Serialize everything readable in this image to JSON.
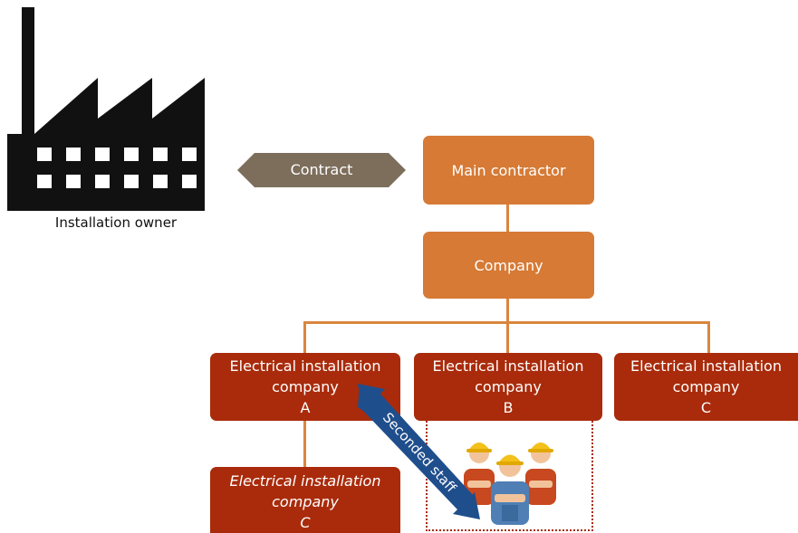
{
  "owner": {
    "label": "Installation owner",
    "icon": "factory-icon"
  },
  "contract": {
    "label": "Contract",
    "color": "#7d6e5c"
  },
  "main_contractor": {
    "label": "Main contractor",
    "color": "#d67a35"
  },
  "company": {
    "label": "Company",
    "color": "#d67a35"
  },
  "subcontractors": [
    {
      "line1": "Electrical installation",
      "line2": "company",
      "line3": "A"
    },
    {
      "line1": "Electrical installation",
      "line2": "company",
      "line3": "B"
    },
    {
      "line1": "Electrical installation",
      "line2": "company",
      "line3": "C"
    }
  ],
  "sub_sub": {
    "line1": "Electrical installation",
    "line2": "company",
    "line3": "C"
  },
  "seconded": {
    "label": "Seconded staff",
    "color": "#1f4e8c"
  },
  "workers": {
    "icon": "workers-group-icon"
  },
  "colors": {
    "subcontractor": "#a92b0b",
    "connector": "#d9863f",
    "dotted": "#a92b0b"
  }
}
